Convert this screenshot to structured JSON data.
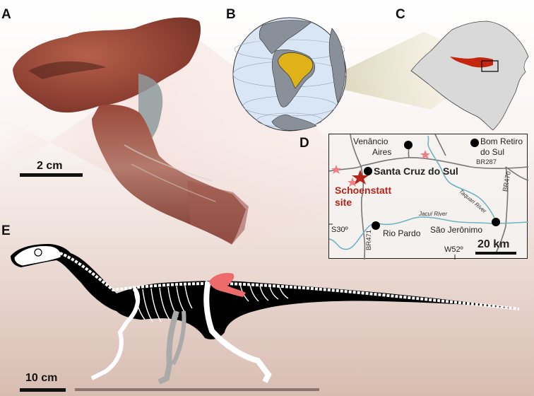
{
  "figure": {
    "panels": {
      "A": {
        "label": "A",
        "description": "fossil bone photograph",
        "scale_label": "2 cm"
      },
      "B": {
        "label": "B",
        "description": "globe highlighting Brazil"
      },
      "C": {
        "label": "C",
        "description": "map of Rio Grande do Sul state with outcrop area"
      },
      "D": {
        "label": "D",
        "description": "locality map",
        "scale_label": "20 km"
      },
      "E": {
        "label": "E",
        "description": "skeletal reconstruction",
        "scale_label": "10 cm"
      }
    },
    "locality_map": {
      "cities": [
        {
          "name": "Venâncio",
          "name2": "Aires"
        },
        {
          "name": "Bom Retiro",
          "name2": "do Sul"
        },
        {
          "name": "Santa Cruz do Sul"
        },
        {
          "name": "Rio Pardo"
        },
        {
          "name": "São Jerônimo"
        }
      ],
      "site": {
        "line1": "Schoenstatt",
        "line2": "site"
      },
      "roads": [
        "BR287",
        "BR470",
        "BR471"
      ],
      "rivers": [
        "Jacuí River",
        "Taquari River"
      ],
      "coordinates": {
        "lat": "S30º",
        "lon": "W52º"
      }
    },
    "colors": {
      "brazil": "#e0b21a",
      "ocean": "#d8e6f5",
      "land": "#8a9099",
      "state": "#d9d9d9",
      "outcrop": "#c4260e",
      "site_star": "#b5241a",
      "minor_star": "#f07f85",
      "river": "#6fb3c2",
      "highlight_bone": "#ee6b6b"
    }
  }
}
